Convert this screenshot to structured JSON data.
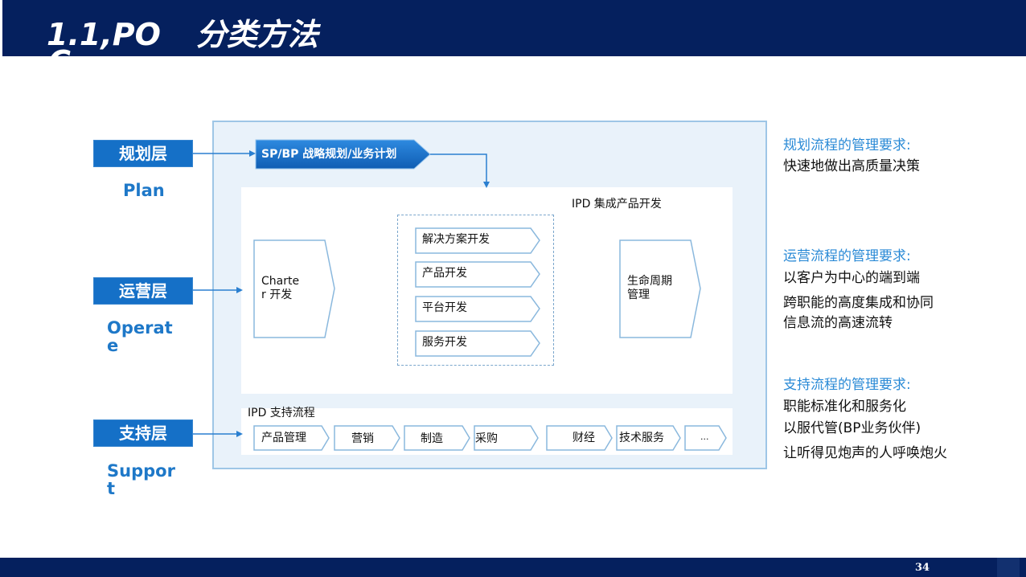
{
  "header": {
    "title_num": "1.1,PO",
    "title_tail": "C",
    "title_cn": "分类方法"
  },
  "footer": {
    "page_number": "34"
  },
  "layers": [
    {
      "cn": "规划层",
      "en": "Plan"
    },
    {
      "cn": "运营层",
      "en": "Operat\ne"
    },
    {
      "cn": "支持层",
      "en": "Suppor\nt"
    }
  ],
  "diagram": {
    "sp_bp": "SP/BP  战略规划/业务计划",
    "ipd_title": "IPD 集成产品开发",
    "charter": "Charte\nr 开发",
    "dev_items": [
      "解决方案开发",
      "产品开发",
      "平台开发",
      "服务开发"
    ],
    "lifecycle": "生命周期\n管理",
    "support_title": "IPD 支持流程",
    "support_items": [
      "产品管理",
      "营销",
      "制造",
      "采购",
      "财经",
      "技术服务",
      "..."
    ]
  },
  "requirements": [
    {
      "title": "规划流程的管理要求:",
      "lines": [
        "快速地做出高质量决策"
      ]
    },
    {
      "title": "运营流程的管理要求:",
      "lines": [
        "以客户为中心的端到端",
        "跨职能的高度集成和协同",
        "信息流的高速流转"
      ]
    },
    {
      "title": "支持流程的管理要求:",
      "lines": [
        "职能标准化和服务化",
        "以服代管(BP业务伙伴)",
        "让听得见炮声的人呼唤炮火"
      ]
    }
  ],
  "colors": {
    "navy": "#05205e",
    "blue": "#1570c7",
    "light_blue": "#2a8ad6"
  }
}
